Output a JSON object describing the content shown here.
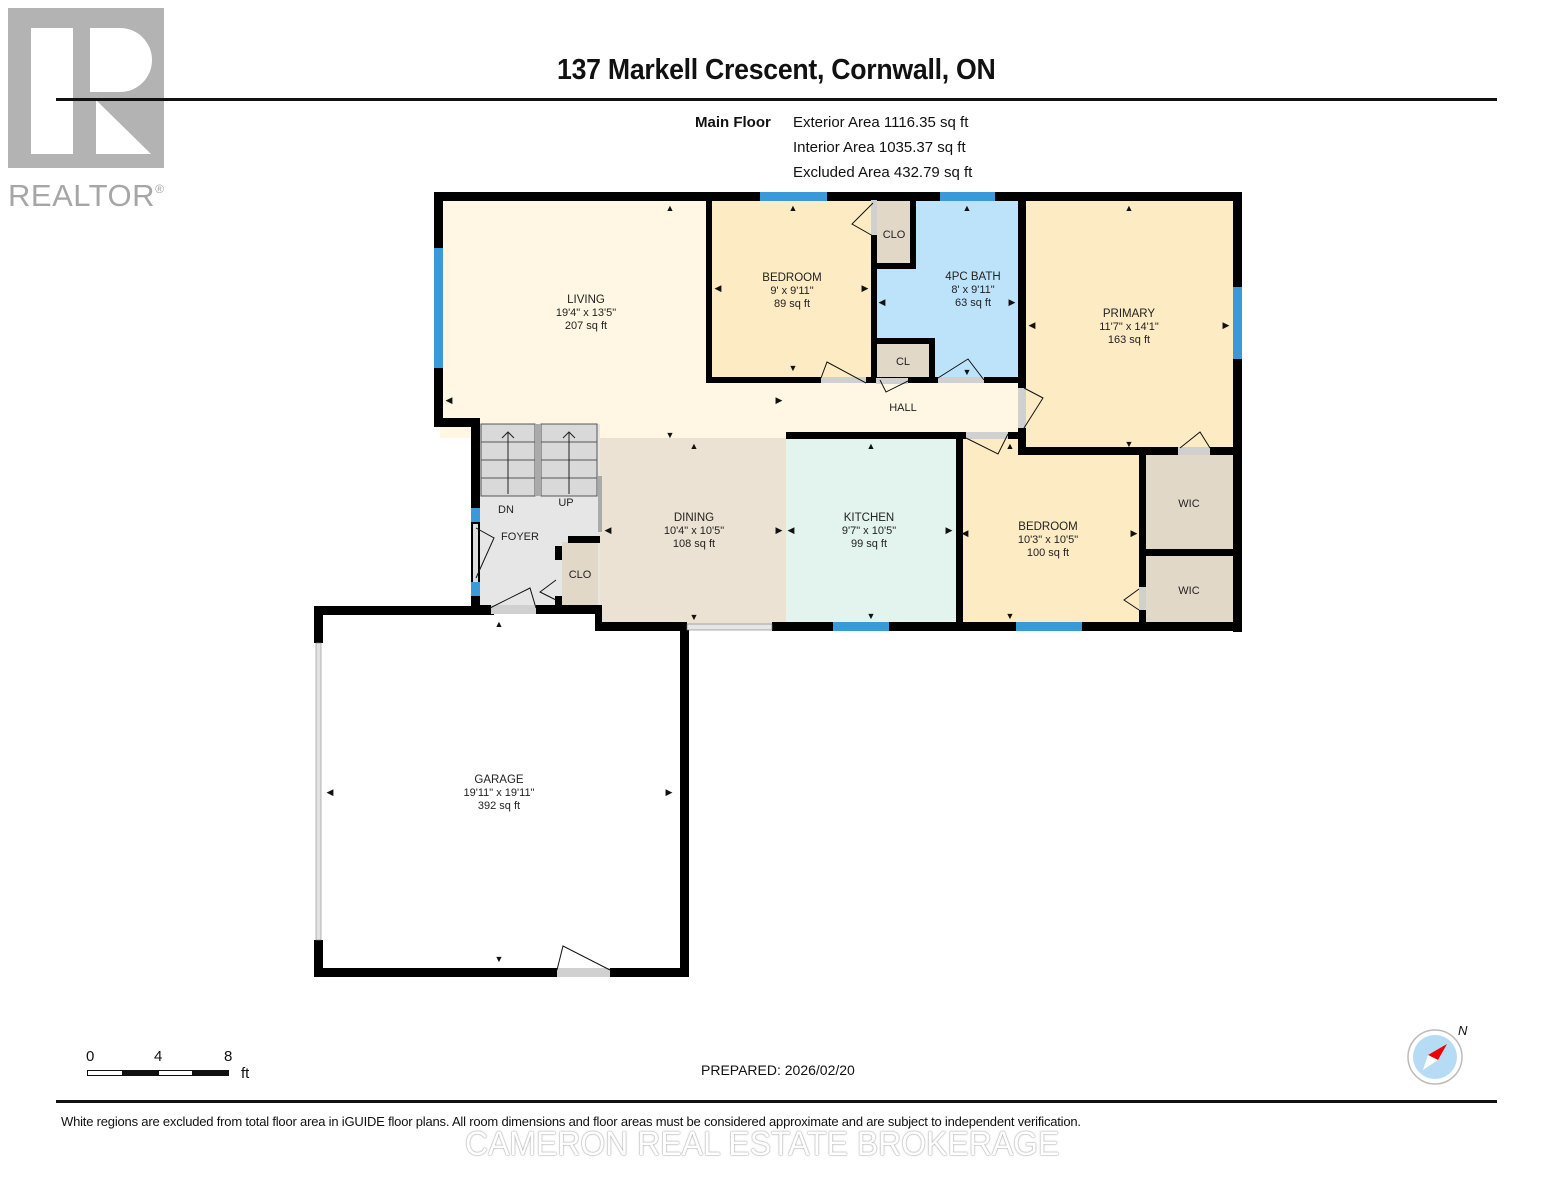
{
  "header": {
    "title": "137 Markell Crescent, Cornwall, ON",
    "logo_text": "REALTOR",
    "logo_mark": "®"
  },
  "floor_summary": {
    "floor_name": "Main Floor",
    "exterior_area": "Exterior Area 1116.35 sq ft",
    "interior_area": "Interior Area 1035.37 sq ft",
    "excluded_area": "Excluded Area 432.79 sq ft"
  },
  "colors": {
    "living": "#fff7e3",
    "bedroom": "#fdebc3",
    "bath": "#bde3fb",
    "closet": "#e2d8c8",
    "dining": "#ebe2d3",
    "kitchen": "#e3f3ee",
    "foyer": "#e6e6e6",
    "wall": "#000000",
    "window": "#3a9ad9",
    "garage": "#ffffff"
  },
  "rooms": [
    {
      "id": "living",
      "name": "LIVING",
      "dims": "19'4\" x 13'5\"",
      "area": "207 sq ft"
    },
    {
      "id": "bedroom1",
      "name": "BEDROOM",
      "dims": "9' x 9'11\"",
      "area": "89 sq ft"
    },
    {
      "id": "bath",
      "name": "4PC BATH",
      "dims": "8' x 9'11\"",
      "area": "63 sq ft"
    },
    {
      "id": "primary",
      "name": "PRIMARY",
      "dims": "11'7\" x 14'1\"",
      "area": "163 sq ft"
    },
    {
      "id": "dining",
      "name": "DINING",
      "dims": "10'4\" x 10'5\"",
      "area": "108 sq ft"
    },
    {
      "id": "kitchen",
      "name": "KITCHEN",
      "dims": "9'7\" x 10'5\"",
      "area": "99 sq ft"
    },
    {
      "id": "bedroom2",
      "name": "BEDROOM",
      "dims": "10'3\" x 10'5\"",
      "area": "100 sq ft"
    },
    {
      "id": "garage",
      "name": "GARAGE",
      "dims": "19'11\" x 19'11\"",
      "area": "392 sq ft"
    }
  ],
  "small_labels": {
    "clo_bed": "CLO",
    "cl_hall": "CL",
    "hall": "HALL",
    "wic1": "WIC",
    "wic2": "WIC",
    "foyer": "FOYER",
    "clo_foyer": "CLO",
    "dn": "DN",
    "up": "UP"
  },
  "scale": {
    "ticks": [
      "0",
      "4",
      "8"
    ],
    "unit": "ft"
  },
  "compass": {
    "label": "N",
    "icon": "compass-north-icon"
  },
  "footer": {
    "prepared": "PREPARED: 2026/02/20",
    "disclaimer": "White regions are excluded from total floor area in iGUIDE floor plans. All room dimensions and floor areas must be considered approximate and are subject to independent verification.",
    "watermark": "CAMERON REAL ESTATE BROKERAGE"
  }
}
